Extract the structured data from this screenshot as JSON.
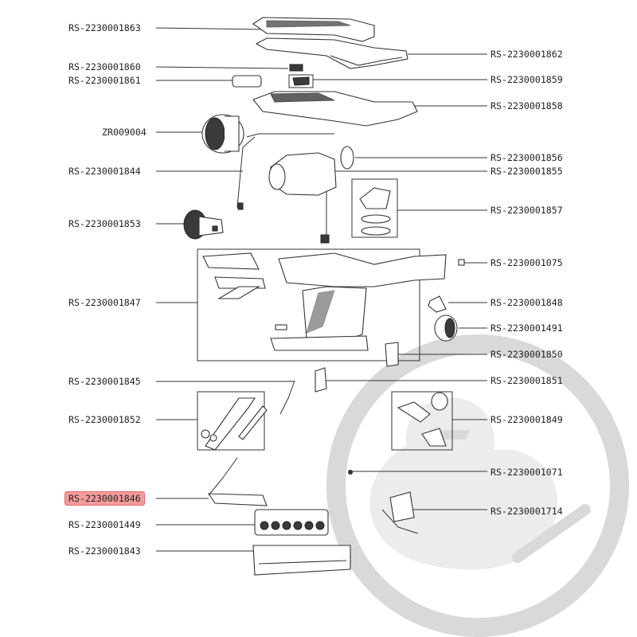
{
  "watermark": {
    "primary": "#d9d9d9",
    "secondary": "#ececec"
  },
  "highlight": {
    "color": "#f49b9b"
  },
  "parts_left": [
    {
      "id": "p-1863",
      "label": "RS-2230001863"
    },
    {
      "id": "p-1860",
      "label": "RS-2230001860"
    },
    {
      "id": "p-1861",
      "label": "RS-2230001861"
    },
    {
      "id": "p-zr",
      "label": "ZR009004"
    },
    {
      "id": "p-1844",
      "label": "RS-2230001844"
    },
    {
      "id": "p-1853",
      "label": "RS-2230001853"
    },
    {
      "id": "p-1847",
      "label": "RS-2230001847"
    },
    {
      "id": "p-1845",
      "label": "RS-2230001845"
    },
    {
      "id": "p-1852",
      "label": "RS-2230001852"
    },
    {
      "id": "p-1846",
      "label": "RS-2230001846",
      "highlighted": true
    },
    {
      "id": "p-1449",
      "label": "RS-2230001449"
    },
    {
      "id": "p-1843",
      "label": "RS-2230001843"
    }
  ],
  "parts_right": [
    {
      "id": "p-1862",
      "label": "RS-2230001862"
    },
    {
      "id": "p-1859",
      "label": "RS-2230001859"
    },
    {
      "id": "p-1858",
      "label": "RS-2230001858"
    },
    {
      "id": "p-1856",
      "label": "RS-2230001856"
    },
    {
      "id": "p-1855",
      "label": "RS-2230001855"
    },
    {
      "id": "p-1857",
      "label": "RS-2230001857"
    },
    {
      "id": "p-1075",
      "label": "RS-2230001075"
    },
    {
      "id": "p-1848",
      "label": "RS-2230001848"
    },
    {
      "id": "p-1491",
      "label": "RS-2230001491"
    },
    {
      "id": "p-1850",
      "label": "RS-2230001850"
    },
    {
      "id": "p-1851",
      "label": "RS-2230001851"
    },
    {
      "id": "p-1849",
      "label": "RS-2230001849"
    },
    {
      "id": "p-1071",
      "label": "RS-2230001071"
    },
    {
      "id": "p-1714",
      "label": "RS-2230001714"
    }
  ]
}
